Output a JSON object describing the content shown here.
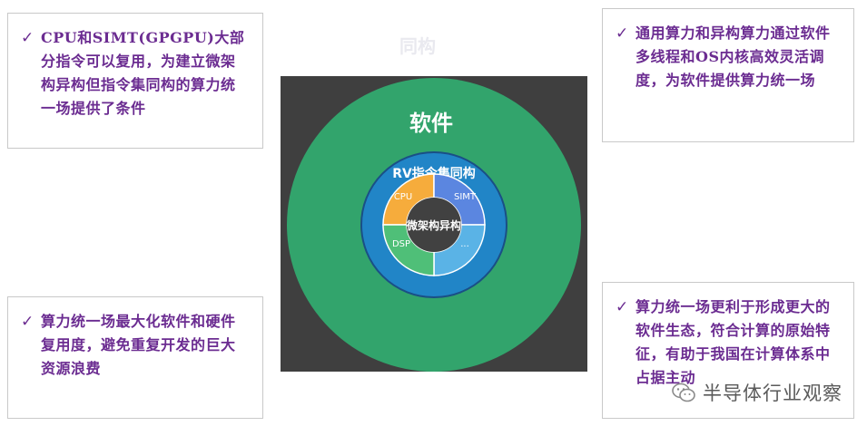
{
  "header": {
    "faded_title": "同构"
  },
  "notes": {
    "top_left": "CPU和SIMT(GPGPU)大部分指令可以复用，为建立微架构异构但指令集同构的算力统一场提供了条件",
    "top_right": "通用算力和异构算力通过软件多线程和OS内核高效灵活调度，为软件提供算力统一场",
    "bottom_left": "算力统一场最大化软件和硬件复用度，避免重复开发的巨大资源浪费",
    "bottom_right": "算力统一场更利于形成更大的软件生态，符合计算的原始特征，有助于我国在计算体系中占据主动"
  },
  "check_mark": "✓",
  "diagram": {
    "outer_label": "软件",
    "middle_label": "RV指令集同构",
    "center_label": "微架构异构",
    "segments": [
      {
        "label": "CPU",
        "color": "#f6ac3c"
      },
      {
        "label": "SIMT",
        "color": "#5b86e0"
      },
      {
        "label": "...",
        "color": "#5ab3e6"
      },
      {
        "label": "DSP",
        "color": "#4fbf78"
      }
    ],
    "colors": {
      "outer": "#32a46c",
      "middle": "#2185c7",
      "center": "#414141",
      "background": "#3f3f3f"
    }
  },
  "watermark": {
    "text": "半导体行业观察"
  }
}
